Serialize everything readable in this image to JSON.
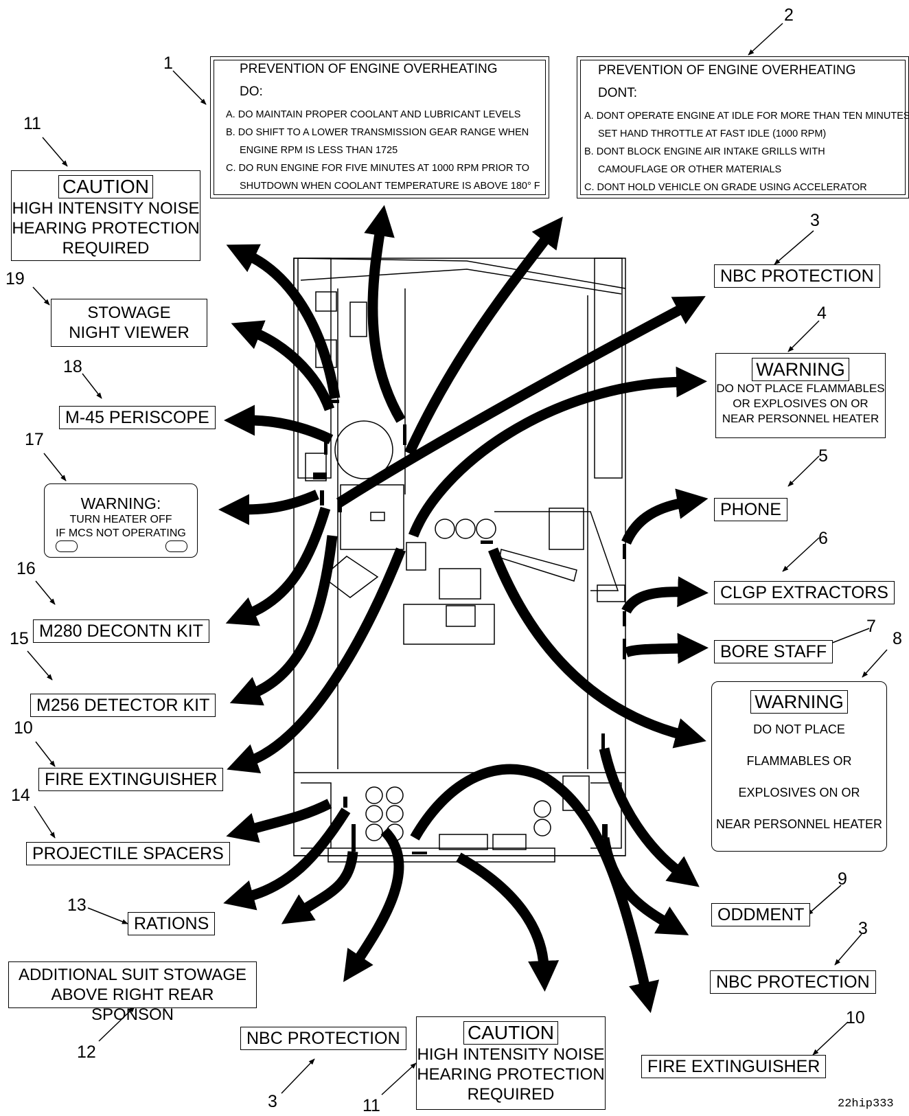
{
  "figure_id": "22hip333",
  "instruction_do": {
    "number": "1",
    "title": "PREVENTION OF ENGINE OVERHEATING",
    "sub": "DO:",
    "lines": [
      "A. DO MAINTAIN PROPER COOLANT AND LUBRICANT LEVELS",
      "B. DO SHIFT TO A LOWER TRANSMISSION GEAR RANGE WHEN",
      "ENGINE RPM IS LESS THAN 1725",
      "C. DO RUN ENGINE FOR FIVE MINUTES AT 1000 RPM PRIOR TO",
      "SHUTDOWN WHEN COOLANT TEMPERATURE IS ABOVE 180° F"
    ]
  },
  "instruction_dont": {
    "number": "2",
    "title": "PREVENTION OF ENGINE OVERHEATING",
    "sub": "DONT:",
    "lines": [
      "A. DONT OPERATE ENGINE AT IDLE FOR MORE THAN TEN MINUTES,",
      "SET HAND THROTTLE AT FAST IDLE (1000 RPM)",
      "B. DONT BLOCK ENGINE AIR INTAKE GRILLS WITH",
      "CAMOUFLAGE OR OTHER MATERIALS",
      "C. DONT HOLD VEHICLE ON GRADE USING ACCELERATOR"
    ]
  },
  "callouts": {
    "n3a": "3",
    "n3b": "3",
    "n3c": "3",
    "n4": "4",
    "n5": "5",
    "n6": "6",
    "n7": "7",
    "n8": "8",
    "n9": "9",
    "n10a": "10",
    "n10b": "10",
    "n11a": "11",
    "n11b": "11",
    "n12": "12",
    "n13": "13",
    "n14": "14",
    "n15": "15",
    "n16": "16",
    "n17": "17",
    "n18": "18",
    "n19": "19"
  },
  "plates": {
    "nbc_top": "NBC PROTECTION",
    "nbc_right": "NBC PROTECTION",
    "nbc_bottom": "NBC PROTECTION",
    "phone": "PHONE",
    "clgp": "CLGP EXTRACTORS",
    "bore_staff": "BORE STAFF",
    "oddment": "ODDMENT",
    "fire_ext_right": "FIRE EXTINGUISHER",
    "fire_ext_left": "FIRE EXTINGUISHER",
    "m45": "M-45 PERISCOPE",
    "m280": "M280 DECONTN KIT",
    "m256": "M256 DETECTOR KIT",
    "projectile": "PROJECTILE SPACERS",
    "rations": "RATIONS",
    "stowage_line1": "STOWAGE",
    "stowage_line2": "NIGHT VIEWER",
    "suit_line1": "ADDITIONAL SUIT STOWAGE",
    "suit_line2": "ABOVE RIGHT REAR SPONSON"
  },
  "caution_top": {
    "heading": "CAUTION",
    "line1": "HIGH INTENSITY NOISE",
    "line2": "HEARING PROTECTION",
    "line3": "REQUIRED"
  },
  "caution_bottom": {
    "heading": "CAUTION",
    "line1": "HIGH INTENSITY NOISE",
    "line2": "HEARING PROTECTION",
    "line3": "REQUIRED"
  },
  "warning_4": {
    "heading": "WARNING",
    "line1": "DO NOT PLACE FLAMMABLES",
    "line2": "OR EXPLOSIVES ON OR",
    "line3": "NEAR PERSONNEL HEATER"
  },
  "warning_8": {
    "heading": "WARNING",
    "line1": "DO NOT PLACE",
    "line2": "FLAMMABLES OR",
    "line3": "EXPLOSIVES ON OR",
    "line4": "NEAR PERSONNEL HEATER"
  },
  "warning_17": {
    "heading": "WARNING:",
    "line1": "TURN HEATER OFF",
    "line2": "IF MCS NOT OPERATING"
  }
}
